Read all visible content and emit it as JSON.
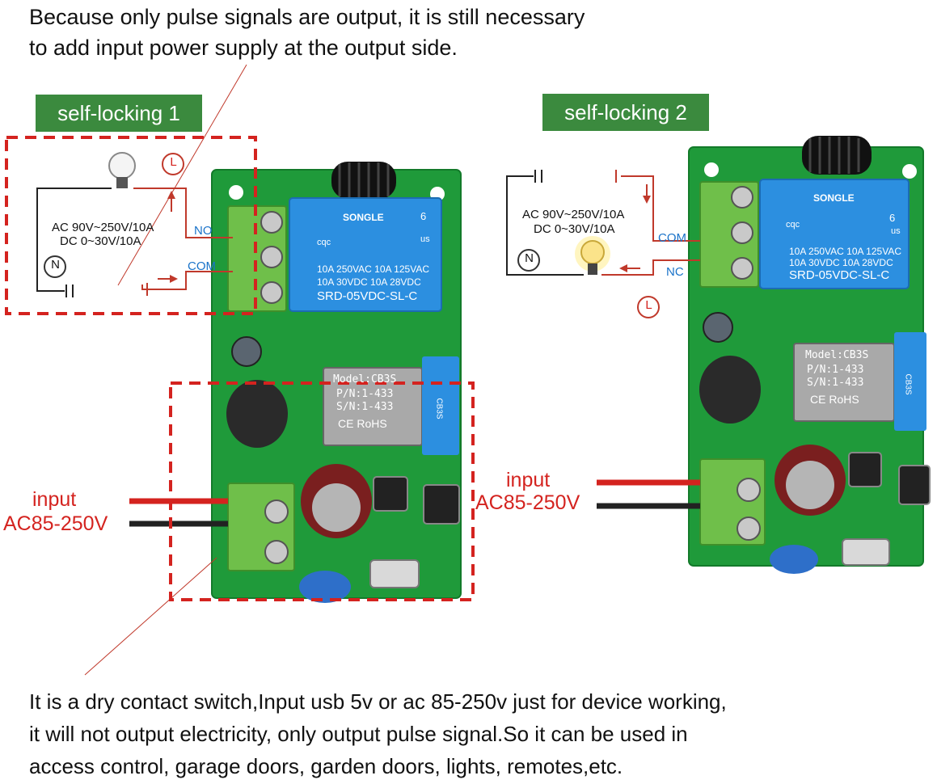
{
  "notes": {
    "top_line1": "Because only pulse signals are output, it is still necessary",
    "top_line2": "to add input power supply at the output side.",
    "bottom_line1": "It is a dry contact switch,Input usb 5v or ac 85-250v just for device working,",
    "bottom_line2": "it will not output electricity, only output pulse signal.So it can be used in",
    "bottom_line3": "access control, garage doors, garden doors, lights, remotes,etc."
  },
  "left": {
    "badge": "self-locking 1",
    "spec_ac": "AC 90V~250V/10A",
    "spec_dc": "DC 0~30V/10A",
    "pin_no": "NO",
    "pin_com": "COM",
    "symbol_l": "L",
    "symbol_n": "N",
    "input_title": "input",
    "input_voltage": "AC85-250V"
  },
  "right": {
    "badge": "self-locking 2",
    "spec_ac": "AC 90V~250V/10A",
    "spec_dc": "DC 0~30V/10A",
    "pin_com": "COM",
    "pin_nc": "NC",
    "symbol_l": "L",
    "symbol_n": "N",
    "input_title": "input",
    "input_voltage": "AC85-250V"
  },
  "relay": {
    "brand": "SONGLE",
    "rating1": "10A 250VAC  10A 125VAC",
    "rating2": "10A 30VDC  10A 28VDC",
    "model": "SRD-05VDC-SL-C",
    "pin_count": "6",
    "cert_left": "cqc",
    "cert_right": "us"
  },
  "module": {
    "model": "Model:CB3S",
    "pn": "P/N:1-433",
    "sn": "S/N:1-433",
    "cert": "CE RoHS",
    "side_label": "CB3S"
  },
  "colors": {
    "pcb": "#1f9a3a",
    "relay": "#2c8fe0",
    "terminal": "#6fbf4a",
    "dash": "#d4231f",
    "badge": "#3b8a3e"
  }
}
